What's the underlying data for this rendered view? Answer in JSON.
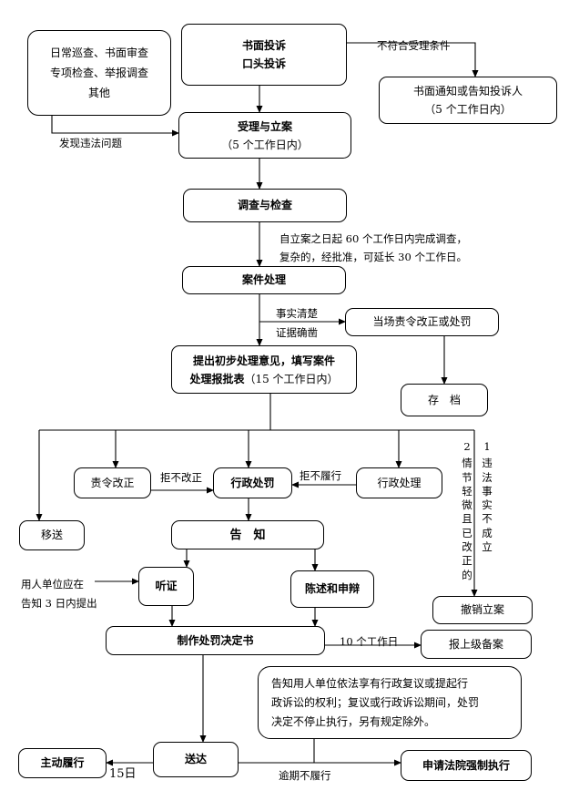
{
  "nodes": {
    "sources": [
      "日常巡查、书面审查",
      "专项检查、举报调查",
      "其他"
    ],
    "complaint": [
      "书面投诉",
      "口头投诉"
    ],
    "notify": [
      "书面通知或告知投诉人",
      "（5 个工作日内）"
    ],
    "accept": [
      "受理与立案",
      "（5 个工作日内）"
    ],
    "investigate": "调查与检查",
    "investigate_note": [
      "自立案之日起 60 个工作日内完成调查，",
      "复杂的，经批准，可延长 30 个工作日。"
    ],
    "case_handling": "案件处理",
    "onsite": "当场责令改正或处罚",
    "archive": "存　档",
    "proposal_bold": "提出初步处理意见，填写案件",
    "proposal_bold2": "处理报批表",
    "proposal_normal": "（15 个工作日内）",
    "order_fix": "责令改正",
    "penalty": "行政处罚",
    "admin_handle": "行政处理",
    "transfer": "移送",
    "inform": "告　知",
    "hearing": "听证",
    "statement": "陈述和申辩",
    "decision": "制作处罚决定书",
    "report": "报上级备案",
    "revoke": "撤销立案",
    "rights": [
      "告知用人单位依法享有行政复议或提起行",
      "政诉讼的权利；复议或行政诉讼期间，处罚",
      "决定不停止执行，另有规定除外。"
    ],
    "deliver": "送达",
    "voluntary": "主动履行",
    "court": "申请法院强制执行"
  },
  "labels": {
    "not_meet": "不符合受理条件",
    "found": "发现违法问题",
    "fact_clear": "事实清楚",
    "evidence": "证据确凿",
    "refuse_fix": "拒不改正",
    "refuse_perform": "拒不履行",
    "hearing_note": [
      "用人单位应在",
      "告知 3 日内提出"
    ],
    "ten_days": "10 个工作日",
    "overdue": "逾期不履行",
    "fifteen": "15日"
  },
  "revoke_reasons": {
    "col1": [
      "2",
      "",
      "情",
      "节",
      "轻",
      "微",
      "且",
      "已",
      "改",
      "正",
      "的"
    ],
    "col2": [
      "1",
      "",
      "违",
      "法",
      "事",
      "实",
      "不",
      "成",
      "立",
      "",
      ""
    ]
  }
}
